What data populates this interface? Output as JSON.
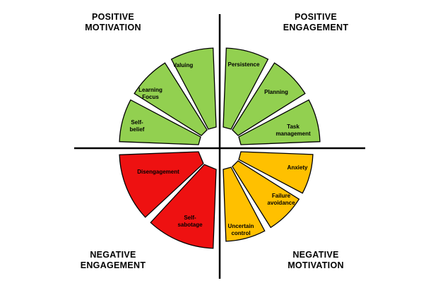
{
  "quadrants": {
    "positive_motivation": {
      "line1": "POSITIVE",
      "line2": "MOTIVATION"
    },
    "positive_engagement": {
      "line1": "POSITIVE",
      "line2": "ENGAGEMENT"
    },
    "negative_engagement": {
      "line1": "NEGATIVE",
      "line2": "ENGAGEMENT"
    },
    "negative_motivation": {
      "line1": "NEGATIVE",
      "line2": "MOTIVATION"
    }
  },
  "colors": {
    "positive": "#92d050",
    "anxiety_group": "#ffc000",
    "negative": "#ee1111",
    "outline": "#000000",
    "axis": "#000000"
  },
  "segments": [
    {
      "id": "self-belief",
      "lines": [
        "Self-",
        "belief"
      ],
      "group": "positive"
    },
    {
      "id": "learning-focus",
      "lines": [
        "Learning",
        "Focus"
      ],
      "group": "positive"
    },
    {
      "id": "valuing",
      "lines": [
        "Valuing"
      ],
      "group": "positive"
    },
    {
      "id": "persistence",
      "lines": [
        "Persistence"
      ],
      "group": "positive"
    },
    {
      "id": "planning",
      "lines": [
        "Planning"
      ],
      "group": "positive"
    },
    {
      "id": "task-management",
      "lines": [
        "Task",
        "management"
      ],
      "group": "positive"
    },
    {
      "id": "anxiety",
      "lines": [
        "Anxiety"
      ],
      "group": "anxiety_group"
    },
    {
      "id": "failure-avoidance",
      "lines": [
        "Failure",
        "avoidance"
      ],
      "group": "anxiety_group"
    },
    {
      "id": "uncertain-control",
      "lines": [
        "Uncertain",
        "control"
      ],
      "group": "anxiety_group"
    },
    {
      "id": "self-sabotage",
      "lines": [
        "Self-",
        "sabotage"
      ],
      "group": "negative"
    },
    {
      "id": "disengagement",
      "lines": [
        "Disengagement"
      ],
      "group": "negative"
    }
  ]
}
